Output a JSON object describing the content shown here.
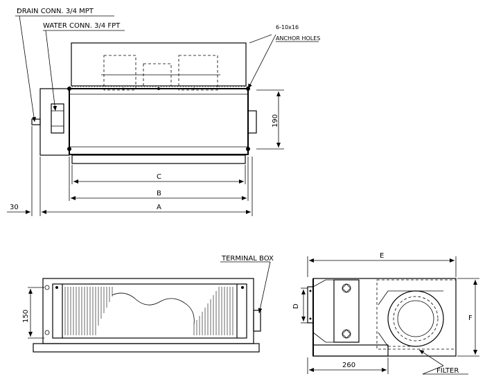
{
  "labels": {
    "drain_conn": "DRAIN CONN. 3/4 MPT",
    "water_conn": "WATER CONN. 3/4 FPT",
    "anchor_count": "6-10x16",
    "anchor_holes": "ANCHOR HOLES",
    "terminal_box": "TERMINAL BOX",
    "filter": "FILTER"
  },
  "dimensions": {
    "c": "C",
    "b": "B",
    "a": "A",
    "offset_30": "30",
    "height_190": "190",
    "height_150": "150",
    "e": "E",
    "d": "D",
    "f": "F",
    "width_260": "260"
  }
}
